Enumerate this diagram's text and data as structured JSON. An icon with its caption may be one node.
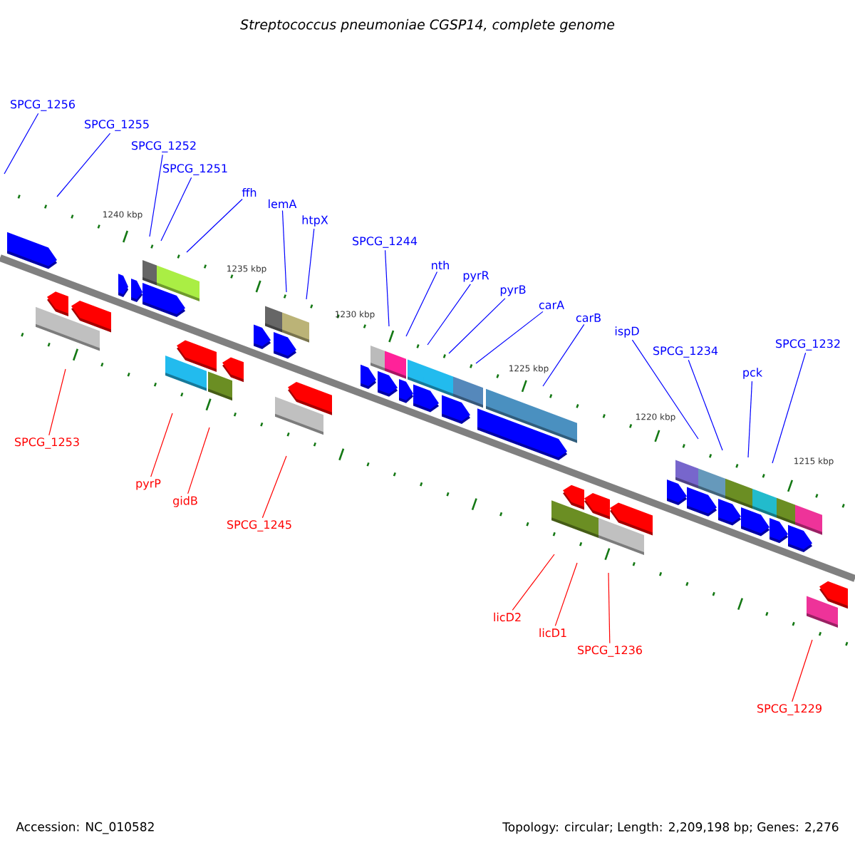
{
  "diagram": {
    "title": "Streptococcus pneumoniae CGSP14, complete genome",
    "nodes": [
      {
        "text": [
          "SPCG_1256"
        ]
      },
      {
        "text": [
          "SPCG_1255"
        ]
      },
      {
        "text": [
          "SPCG_1252"
        ]
      },
      {
        "text": [
          "SPCG_1251"
        ]
      },
      {
        "text": [
          "ffh"
        ]
      },
      {
        "text": [
          "lemA"
        ]
      },
      {
        "text": [
          "htpX"
        ]
      },
      {
        "text": [
          "SPCG_1244"
        ]
      },
      {
        "text": [
          "nth"
        ]
      },
      {
        "text": [
          "pyrR"
        ]
      },
      {
        "text": [
          "pyrB"
        ]
      },
      {
        "text": [
          "carA"
        ]
      },
      {
        "text": [
          "carB"
        ]
      },
      {
        "text": [
          "ispD"
        ]
      },
      {
        "text": [
          "SPCG_1234"
        ]
      },
      {
        "text": [
          "pck"
        ]
      },
      {
        "text": [
          "SPCG_1232"
        ]
      },
      {
        "text": [
          "SPCG_1253"
        ]
      },
      {
        "text": [
          "pyrP"
        ]
      },
      {
        "text": [
          "gidB"
        ]
      },
      {
        "text": [
          "SPCG_1245"
        ]
      },
      {
        "text": [
          "licD2"
        ]
      },
      {
        "text": [
          "licD1"
        ]
      },
      {
        "text": [
          "SPCG_1236"
        ]
      },
      {
        "text": [
          "SPCG_1229"
        ]
      }
    ],
    "edges": [
      {
        "from": 0,
        "to": null,
        "arrow": "none"
      },
      {
        "from": 1,
        "to": null,
        "arrow": "none"
      },
      {
        "from": 2,
        "to": null,
        "arrow": "none"
      },
      {
        "from": 3,
        "to": null,
        "arrow": "none"
      },
      {
        "from": 4,
        "to": null,
        "arrow": "none"
      },
      {
        "from": 5,
        "to": null,
        "arrow": "none"
      },
      {
        "from": 6,
        "to": null,
        "arrow": "none"
      },
      {
        "from": 7,
        "to": null,
        "arrow": "none"
      },
      {
        "from": 8,
        "to": null,
        "arrow": "none"
      },
      {
        "from": 9,
        "to": null,
        "arrow": "none"
      },
      {
        "from": 10,
        "to": null,
        "arrow": "none"
      },
      {
        "from": 11,
        "to": null,
        "arrow": "none"
      },
      {
        "from": 12,
        "to": null,
        "arrow": "none"
      },
      {
        "from": 13,
        "to": null,
        "arrow": "none"
      },
      {
        "from": 14,
        "to": null,
        "arrow": "none"
      },
      {
        "from": 15,
        "to": null,
        "arrow": "none"
      },
      {
        "from": 16,
        "to": null,
        "arrow": "none"
      },
      {
        "from": 17,
        "to": null,
        "arrow": "none",
        "color": "#ff0000"
      },
      {
        "from": 18,
        "to": null,
        "arrow": "none",
        "color": "#ff0000"
      },
      {
        "from": 19,
        "to": null,
        "arrow": "none",
        "color": "#ff0000"
      },
      {
        "from": 20,
        "to": null,
        "arrow": "none",
        "color": "#ff0000"
      },
      {
        "from": 21,
        "to": null,
        "arrow": "none",
        "color": "#ff0000"
      },
      {
        "from": 22,
        "to": null,
        "arrow": "none",
        "color": "#ff0000"
      },
      {
        "from": 23,
        "to": null,
        "arrow": "none",
        "color": "#ff0000"
      },
      {
        "from": 24,
        "to": null,
        "arrow": "none",
        "color": "#ff0000"
      }
    ],
    "labels": [
      "1240 kbp",
      "1235 kbp",
      "1230 kbp",
      "1225 kbp",
      "1220 kbp",
      "1215 kbp",
      "Accession: NC_010582",
      "Topology: circular; Length: 2,209,198 bp; Genes: 2,276"
    ]
  }
}
